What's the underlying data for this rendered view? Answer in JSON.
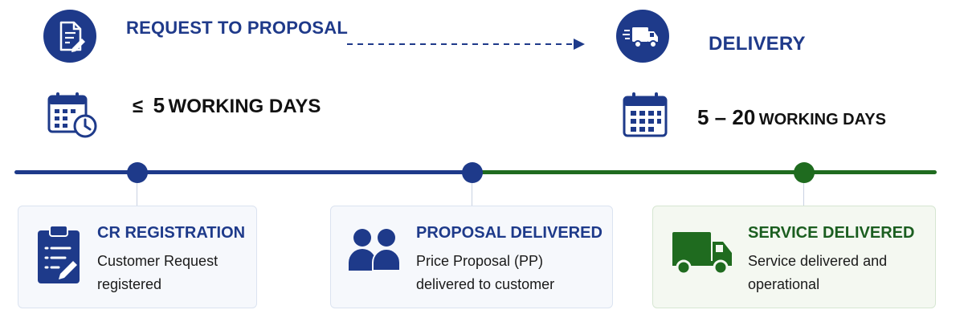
{
  "colors": {
    "navy": "#1e3a8a",
    "green": "#1f6b1f",
    "green_text": "#1b5e20"
  },
  "phases": [
    {
      "icon": "document-edit-icon",
      "title": "REQUEST TO PROPOSAL",
      "duration_prefix": "≤",
      "duration_value": "5",
      "duration_unit": "WORKING DAYS",
      "calendar_icon": "calendar-clock-icon"
    },
    {
      "icon": "delivery-truck-icon",
      "title": "DELIVERY",
      "duration_value": "5 – 20",
      "duration_unit": "WORKING DAYS",
      "calendar_icon": "calendar-icon"
    }
  ],
  "milestones": [
    {
      "icon": "clipboard-edit-icon",
      "title": "CR REGISTRATION",
      "line1": "Customer Request",
      "line2": "registered"
    },
    {
      "icon": "users-icon",
      "title": "PROPOSAL DELIVERED",
      "line1": "Price Proposal (PP)",
      "line2": "delivered to customer"
    },
    {
      "icon": "truck-icon",
      "title": "SERVICE DELIVERED",
      "line1": "Service delivered and",
      "line2": "operational"
    }
  ]
}
